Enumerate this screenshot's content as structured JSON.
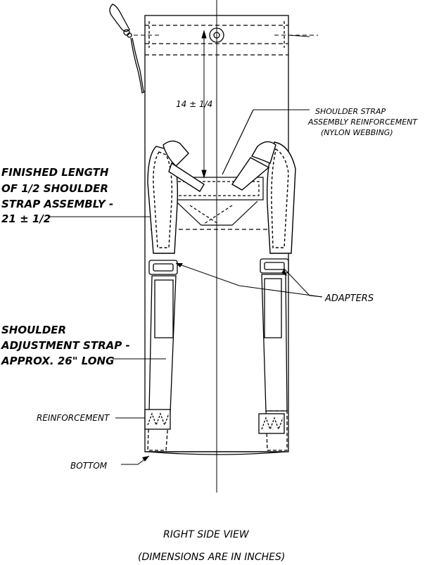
{
  "drawing": {
    "dimension_text": "14 ± 1/4",
    "reinforcement_callout": [
      "SHOULDER STRAP",
      "ASSEMBLY REINFORCEMENT",
      "(NYLON WEBBING)"
    ],
    "finished_length_callout": [
      "FINISHED LENGTH",
      "OF 1/2 SHOULDER",
      "STRAP ASSEMBLY -",
      "21 ± 1/2"
    ],
    "adapters_callout": "ADAPTERS",
    "adjustment_callout": [
      "SHOULDER",
      "ADJUSTMENT STRAP -",
      "APPROX. 26\" LONG"
    ],
    "bottom_reinforcement_callout": "REINFORCEMENT",
    "bottom_callout": "BOTTOM",
    "view_title": "RIGHT SIDE VIEW",
    "view_note": "(DIMENSIONS ARE IN INCHES)"
  }
}
